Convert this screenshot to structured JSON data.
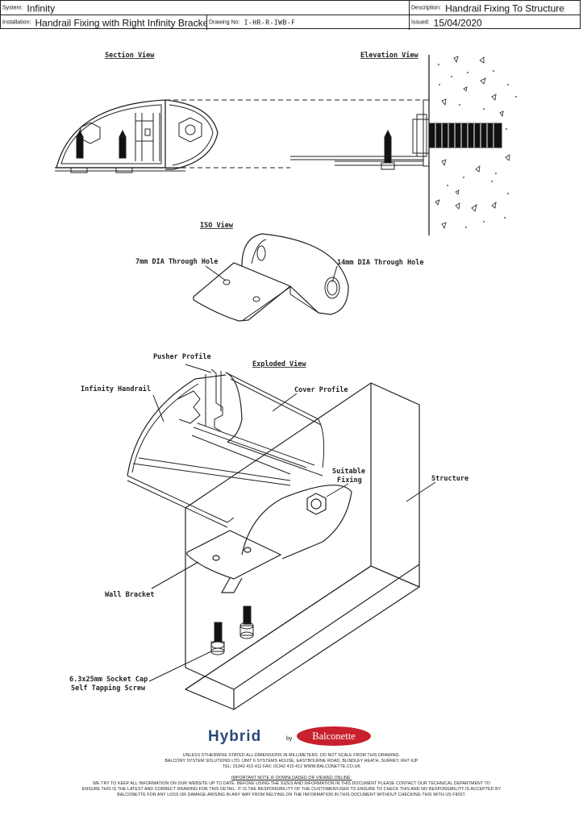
{
  "title_block": {
    "system_label": "System:",
    "system_value": "Infinity",
    "installation_label": "Installation:",
    "installation_value": "Handrail Fixing with Right Infinity Bracket",
    "drawing_no_label": "Drawing No:",
    "drawing_no_value": "I-HR-R-IWB-F",
    "description_label": "Description:",
    "description_value": "Handrail Fixing To Structure",
    "issued_label": "Issued:",
    "issued_value": "15/04/2020"
  },
  "views": {
    "section": "Section View",
    "elevation": "Elevation View",
    "iso": "ISO View",
    "exploded": "Exploded View"
  },
  "labels": {
    "hole_7mm": "7mm DIA Through Hole",
    "hole_14mm": "14mm DIA Through Hole",
    "pusher_profile": "Pusher Profile",
    "infinity_handrail": "Infinity Handrail",
    "cover_profile": "Cover Profile",
    "suitable_fixing_1": "Suitable",
    "suitable_fixing_2": "Fixing",
    "structure": "Structure",
    "wall_bracket": "Wall Bracket",
    "screw_1": "6.3x25mm Socket Cap",
    "screw_2": "Self Tapping Screw"
  },
  "logos": {
    "hybrid": "Hybrid",
    "by": "by",
    "balconette": "Balconette"
  },
  "footer": {
    "line1": "UNLESS OTHERWISE STATED ALL DIMENSIONS IN MILLIMETERS. DO NOT SCALE FROM THIS DRAWING.",
    "line2": "BALCONY SYSTEM SOLUTIONS LTD. UNIT 6 SYSTEMS HOUSE, EASTBOURNE ROAD, BLINDLEY HEATH, SURREY, RH7 6JP",
    "line3": "TEL: 01342 410 411  FAX: 01342 410 412  WWW.BALCONETTE.CO.UK",
    "line4": "IMPORTANT NOTE IF DOWNLOADED OR VIEWED ONLINE:",
    "line5": "WE TRY TO KEEP ALL INFORMATION ON OUR WEBSITE UP TO DATE. BEFORE USING THE SIZES AND INFORMATION IN THIS DOCUMENT PLEASE CONTACT OUR TECHNICAL DEPARTMENT TO",
    "line6": "ENSURE THIS IS THE LATEST AND CORRECT DRAWING FOR THIS DETAIL. IT IS THE RESPONSIBILITY OF THE CUSTOMER/USER TO ENSURE TO CHECK THIS AND NO RESPONSIBILITY IS ACCEPTED BY",
    "line7": "BALCONETTE FOR ANY LOSS OR DAMAGE ARISING IN ANY WAY FROM RELYING ON THE INFORMATION IN THIS DOCUMENT WITHOUT CHECKING THIS WITH US FIRST."
  }
}
